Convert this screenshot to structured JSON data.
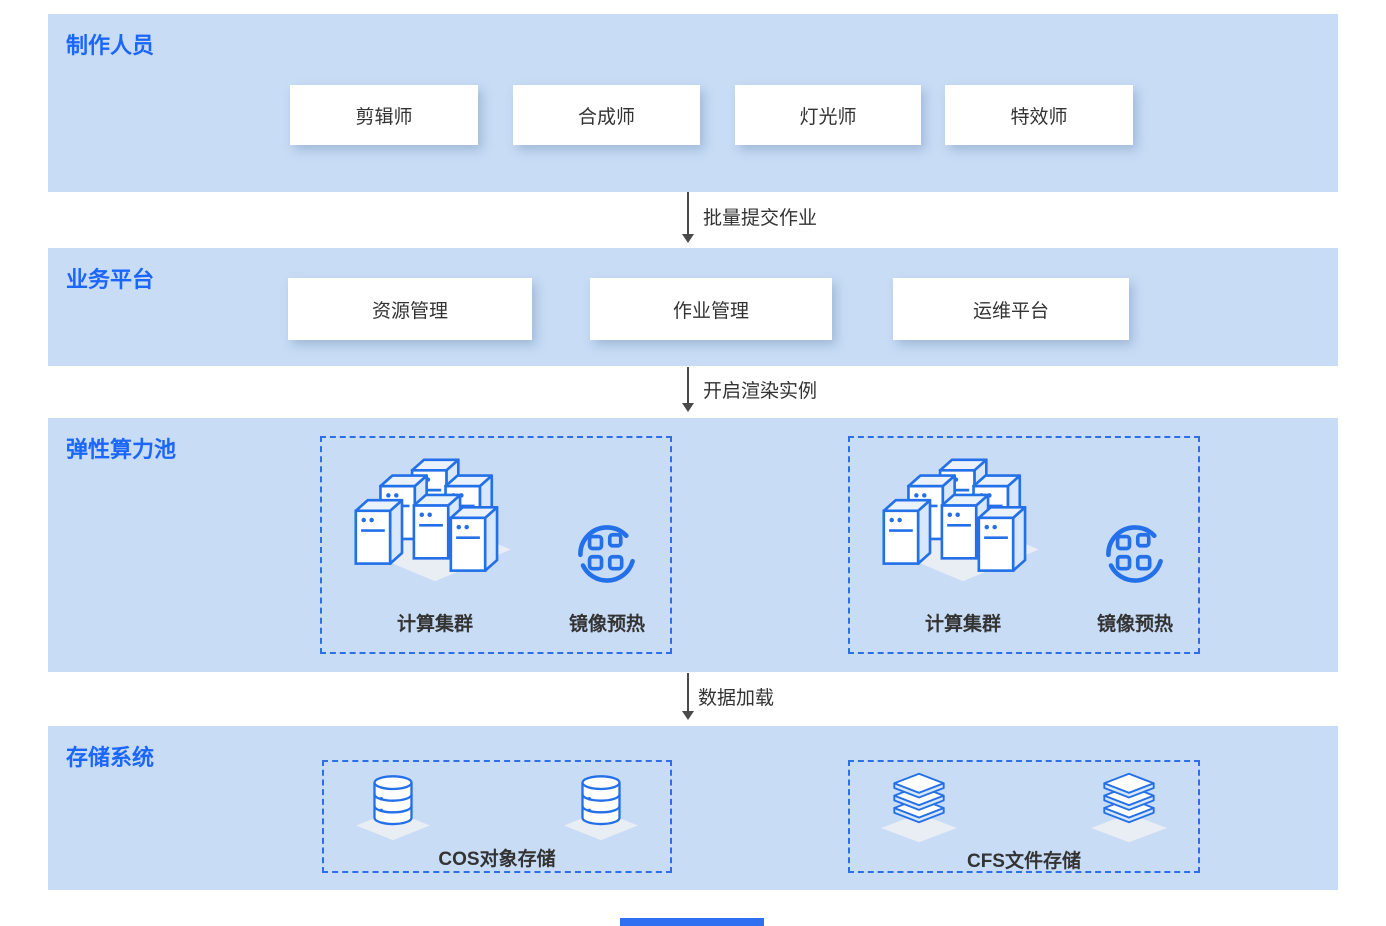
{
  "production": {
    "title": "制作人员",
    "roles": [
      "剪辑师",
      "合成师",
      "灯光师",
      "特效师"
    ]
  },
  "flow1": {
    "label": "批量提交作业"
  },
  "platform": {
    "title": "业务平台",
    "modules": [
      "资源管理",
      "作业管理",
      "运维平台"
    ]
  },
  "flow2": {
    "label": "开启渲染实例"
  },
  "compute": {
    "title": "弹性算力池",
    "pools": [
      {
        "cluster": "计算集群",
        "prewarm": "镜像预热"
      },
      {
        "cluster": "计算集群",
        "prewarm": "镜像预热"
      }
    ]
  },
  "flow3": {
    "label": "数据加载"
  },
  "storage": {
    "title": "存储系统",
    "systems": [
      {
        "label": "COS对象存储"
      },
      {
        "label": "CFS文件存储"
      }
    ]
  },
  "colors": {
    "band_bg": "#c8dcf5",
    "title_blue": "#1b66ff",
    "icon_stroke": "#2470e8",
    "dashed_border": "#2e6fe8",
    "text": "#333333",
    "arrow": "#4a4a4a",
    "accent_bar": "#2f6ff2"
  }
}
